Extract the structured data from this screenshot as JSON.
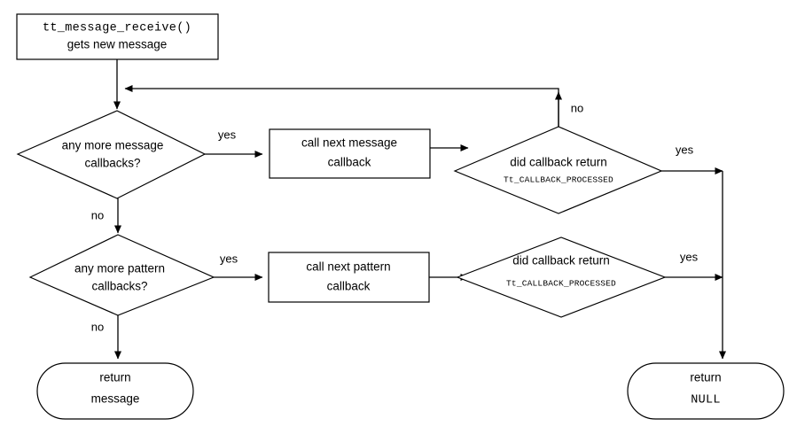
{
  "diagram": {
    "title": "tt_message_receive callback dispatch flowchart",
    "background_color": "#ffffff",
    "stroke_color": "#000000",
    "nodes": {
      "start": {
        "kind": "process",
        "line1": "tt_message_receive()",
        "line1_style": "mono",
        "line2": "gets new message",
        "line2_style": "sans"
      },
      "decision_message_callbacks": {
        "kind": "decision",
        "line1": "any more message",
        "line2": "callbacks?"
      },
      "call_message_callback": {
        "kind": "process",
        "line1": "call next message",
        "line2": "callback"
      },
      "decision_message_return": {
        "kind": "decision",
        "line1": "did callback return",
        "line2": "Tt_CALLBACK_PROCESSED",
        "line2_style": "mono-small"
      },
      "decision_pattern_callbacks": {
        "kind": "decision",
        "line1": "any more pattern",
        "line2": "callbacks?"
      },
      "call_pattern_callback": {
        "kind": "process",
        "line1": "call next pattern",
        "line2": "callback"
      },
      "decision_pattern_return": {
        "kind": "decision",
        "line1": "did callback return",
        "line2": "Tt_CALLBACK_PROCESSED",
        "line2_style": "mono-small"
      },
      "return_message": {
        "kind": "terminator",
        "line1": "return",
        "line1_style": "sans",
        "line2": "message",
        "line2_style": "sans"
      },
      "return_null": {
        "kind": "terminator",
        "line1": "return",
        "line1_style": "sans",
        "line2": "NULL",
        "line2_style": "mono"
      }
    },
    "edge_labels": {
      "message_callbacks_yes": "yes",
      "message_callbacks_no": "no",
      "message_return_yes": "yes",
      "message_return_no": "no",
      "pattern_callbacks_yes": "yes",
      "pattern_callbacks_no": "no",
      "pattern_return_yes": "yes"
    }
  }
}
